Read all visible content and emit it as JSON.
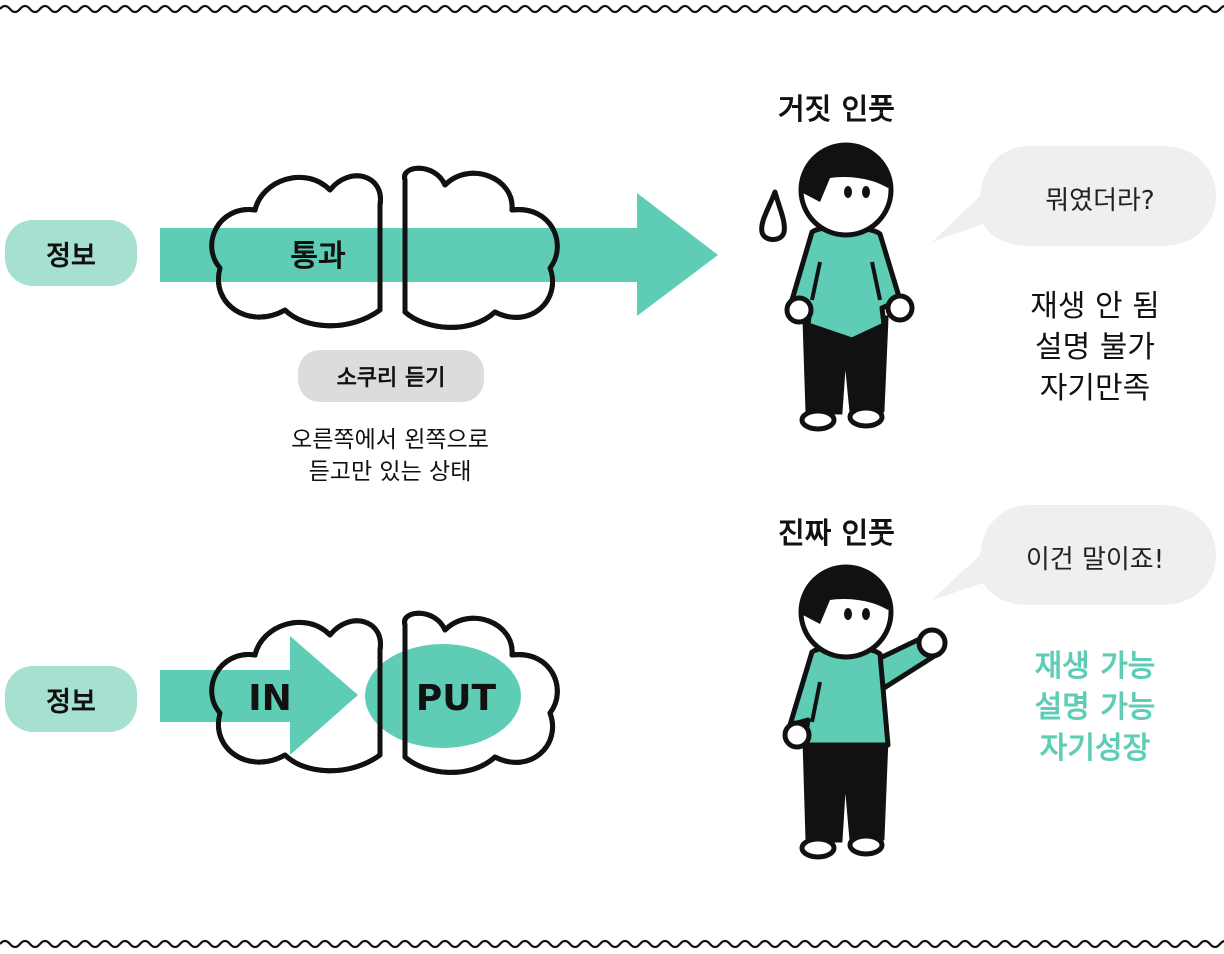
{
  "colors": {
    "accent": "#5fcdb5",
    "pill": "#a6e0d0",
    "tag": "#dcdcdc",
    "bubble": "#efefef"
  },
  "top_row": {
    "info_label": "정보",
    "cloud_text": "통과",
    "tag_label": "소쿠리 듣기",
    "caption_lines": [
      "오른쪽에서 왼쪽으로",
      "듣고만 있는 상태"
    ]
  },
  "bottom_row": {
    "info_label": "정보",
    "left_text": "IN",
    "right_text": "PUT"
  },
  "fake_input": {
    "title": "거짓 인풋",
    "speech": "뭐였더라?",
    "states": [
      "재생 안 됨",
      "설명 불가",
      "자기만족"
    ]
  },
  "real_input": {
    "title": "진짜 인풋",
    "speech": "이건 말이죠!",
    "states": [
      "재생 가능",
      "설명 가능",
      "자기성장"
    ]
  }
}
